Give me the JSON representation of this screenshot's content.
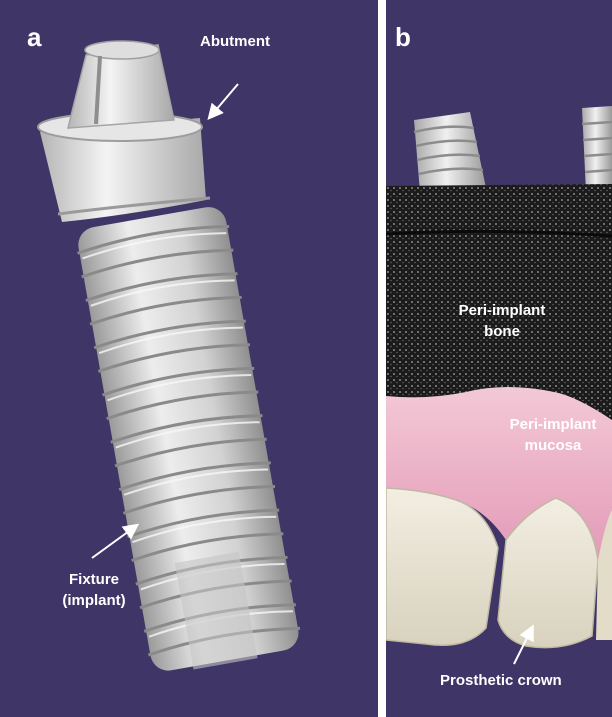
{
  "panel_a": {
    "letter": "a",
    "labels": {
      "abutment": "Abutment",
      "fixture_line1": "Fixture",
      "fixture_line2": "(implant)"
    }
  },
  "panel_b": {
    "letter": "b",
    "labels": {
      "bone_line1": "Peri-implant",
      "bone_line2": "bone",
      "mucosa_line1": "Peri-implant",
      "mucosa_line2": "mucosa",
      "crown": "Prosthetic crown"
    }
  },
  "colors": {
    "background": "#3f3567",
    "divider": "#ffffff",
    "implant": "#dcdcdc",
    "bone": "#1e1e1e",
    "mucosa": "#e9a9c0",
    "tooth": "#e9e3d3",
    "label_text": "#ffffff"
  }
}
